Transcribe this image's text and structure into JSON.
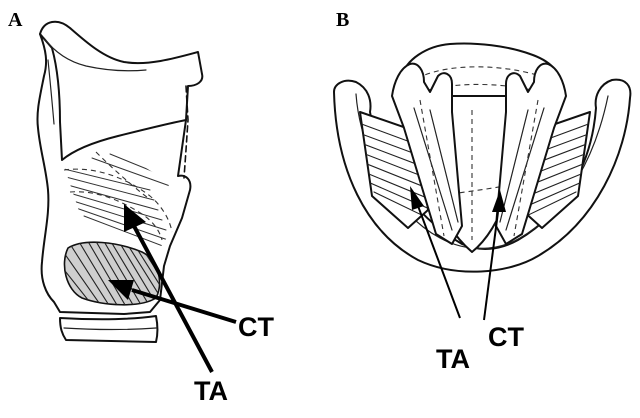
{
  "panels": [
    {
      "label": "A",
      "labels": {
        "ct": "CT",
        "ta": "TA"
      }
    },
    {
      "label": "B",
      "labels": {
        "ct": "CT",
        "ta": "TA"
      }
    }
  ]
}
